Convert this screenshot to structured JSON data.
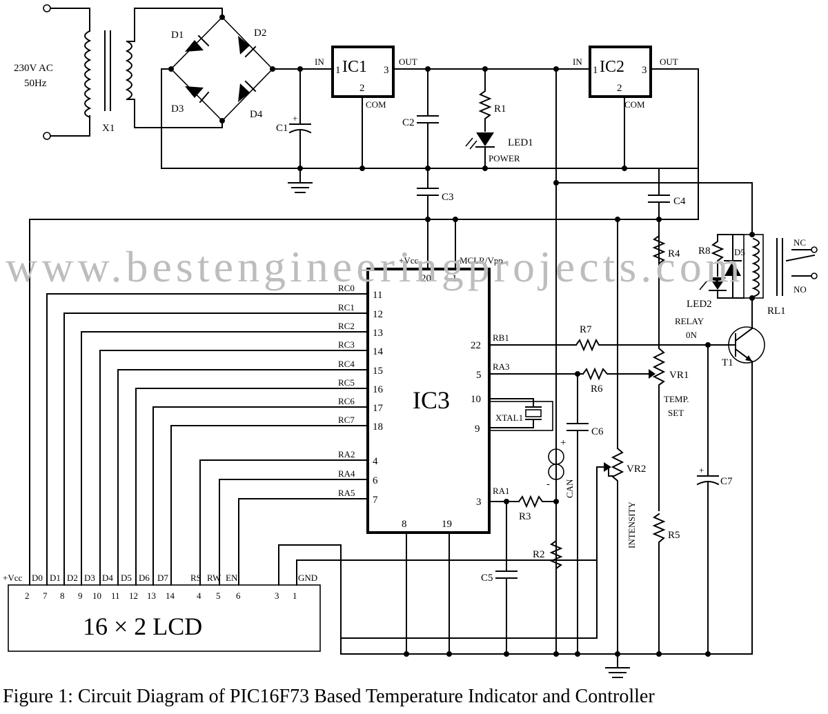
{
  "watermark": "www.bestengineeringprojects.com",
  "caption": "Figure 1: Circuit Diagram of PIC16F73 Based Temperature Indicator and Controller",
  "supply": {
    "label_line1": "230V AC",
    "label_line2": "50Hz"
  },
  "components": {
    "transformer": "X1",
    "diodes": [
      "D1",
      "D2",
      "D3",
      "D4",
      "D5"
    ],
    "regulators": [
      "IC1",
      "IC2"
    ],
    "microcontroller": "IC3",
    "capacitors": [
      "C1",
      "C2",
      "C3",
      "C4",
      "C5",
      "C6",
      "C7"
    ],
    "resistors": [
      "R1",
      "R2",
      "R3",
      "R4",
      "R5",
      "R6",
      "R7",
      "R8"
    ],
    "pots": [
      {
        "name": "VR1",
        "note_line1": "TEMP.",
        "note_line2": "SET"
      },
      {
        "name": "VR2",
        "note": "INTENSITY"
      }
    ],
    "leds": [
      {
        "name": "LED1",
        "note": "POWER"
      },
      {
        "name": "LED2",
        "note_line1": "RELAY",
        "note_line2": "0N"
      }
    ],
    "transistor": "T1",
    "relay": {
      "name": "RL1",
      "nc": "NC",
      "no": "NO"
    },
    "crystal": "XTAL1",
    "sensor": "CAN",
    "lcd": "16 × 2 LCD"
  },
  "regulator_pins": {
    "in": "IN",
    "out": "OUT",
    "com": "COM",
    "p1": "1",
    "p2": "2",
    "p3": "3"
  },
  "ic3_top": {
    "vcc": "+Vcc",
    "mclr": "MCLR/Vpp",
    "pin20": "20",
    "pin1": "1"
  },
  "ic3_bottom_pins": [
    "8",
    "19"
  ],
  "ic3_left_pins": [
    {
      "signal": "RC0",
      "pin": "11"
    },
    {
      "signal": "RC1",
      "pin": "12"
    },
    {
      "signal": "RC2",
      "pin": "13"
    },
    {
      "signal": "RC3",
      "pin": "14"
    },
    {
      "signal": "RC4",
      "pin": "15"
    },
    {
      "signal": "RC5",
      "pin": "16"
    },
    {
      "signal": "RC6",
      "pin": "17"
    },
    {
      "signal": "RC7",
      "pin": "18"
    },
    {
      "signal": "RA2",
      "pin": "4"
    },
    {
      "signal": "RA4",
      "pin": "6"
    },
    {
      "signal": "RA5",
      "pin": "7"
    }
  ],
  "ic3_right_pins": [
    {
      "signal": "RB1",
      "pin": "22"
    },
    {
      "signal": "RA3",
      "pin": "5"
    },
    {
      "signal": "",
      "pin": "10"
    },
    {
      "signal": "",
      "pin": "9"
    },
    {
      "signal": "RA1",
      "pin": "3"
    }
  ],
  "lcd_pins": [
    {
      "name": "+Vcc",
      "num": "2"
    },
    {
      "name": "D0",
      "num": "7"
    },
    {
      "name": "D1",
      "num": "8"
    },
    {
      "name": "D2",
      "num": "9"
    },
    {
      "name": "D3",
      "num": "10"
    },
    {
      "name": "D4",
      "num": "11"
    },
    {
      "name": "D5",
      "num": "12"
    },
    {
      "name": "D6",
      "num": "13"
    },
    {
      "name": "D7",
      "num": "14"
    },
    {
      "name": "RS",
      "num": "4"
    },
    {
      "name": "RW",
      "num": "5"
    },
    {
      "name": "EN",
      "num": "6"
    },
    {
      "name": "",
      "num": "3"
    },
    {
      "name": "GND",
      "num": "1"
    }
  ]
}
